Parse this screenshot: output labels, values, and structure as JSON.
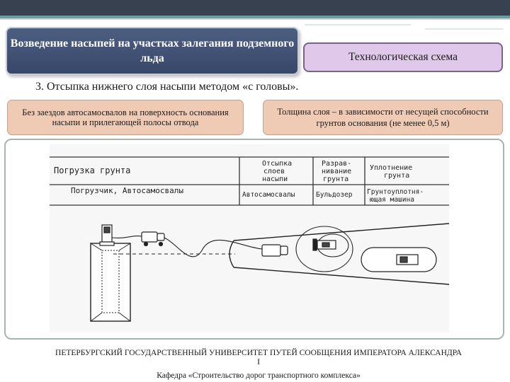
{
  "slide": {
    "title": "Возведение насыпей на участках залегания подземного льда",
    "tag": "Технологическая схема",
    "subheading": "3. Отсыпка нижнего слоя насыпи методом «с головы».",
    "note_left": "Без заездов автосамосвалов на поверхность основания насыпи и прилегающей полосы отвода",
    "note_right": "Толщина слоя – в зависимости от несущей способности грунтов основания (не менее 0,5 м)"
  },
  "scheme": {
    "col1_header": "Погрузка грунта",
    "col1_machine": "Погрузчик, Автосамосвалы",
    "col2_header_1": "Отсыпка",
    "col2_header_2": "слоев",
    "col2_header_3": "насыпи",
    "col2_machine": "Автосамосвалы",
    "col3_header_1": "Разрав-",
    "col3_header_2": "нивание",
    "col3_header_3": "грунта",
    "col3_machine": "Бульдозер",
    "col4_header_1": "Уплотнение",
    "col4_header_2": "грунта",
    "col4_machine_1": "Грунтоуплотня-",
    "col4_machine_2": "ющая машина"
  },
  "footer": {
    "university_a": "ПЕТЕРБУРГСКИЙ ГОСУДАРСТВЕННЫЙ УНИВЕРСИТЕТ ПУТЕЙ СООБЩЕНИЯ ИМПЕРАТОРА АЛЕКСАНДРА",
    "university_b": "I",
    "department": "Кафедра «Строительство дорог транспортного комплекса»"
  },
  "colors": {
    "header_bar": "#384150",
    "accent": "#6a9e9c",
    "title_box": "#4d5f80",
    "tag_box": "#e0c8ea",
    "note_box": "#efcab5"
  }
}
